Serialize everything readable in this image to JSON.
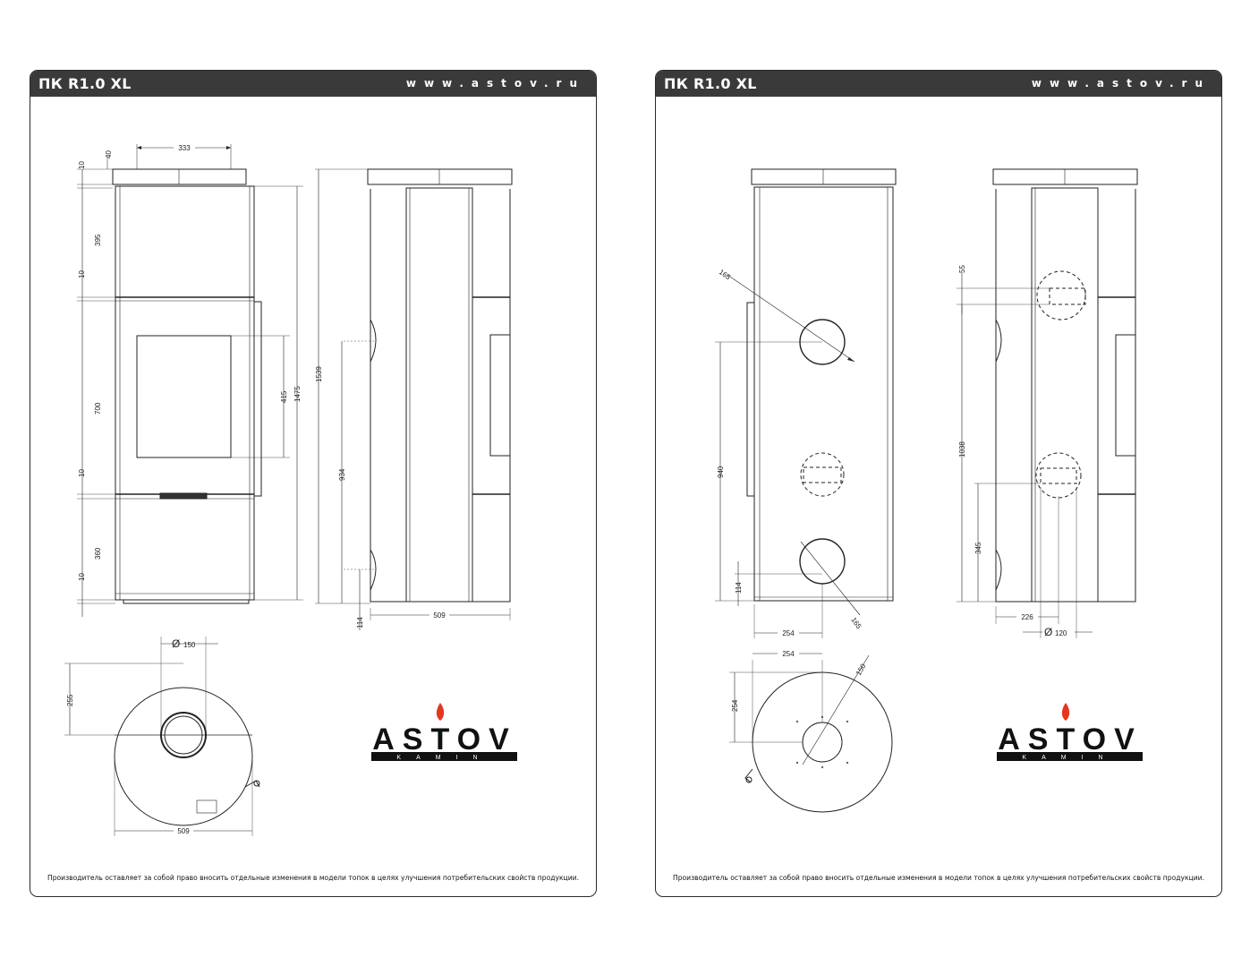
{
  "sheets": [
    {
      "model": "ПК R1.0 XL",
      "site": "www.astov.ru",
      "footer": "Производитель оставляет за собой право вносить отдельные изменения в модели топок в целях улучшения потребительских свойств продукции.",
      "dims": {
        "top_width": "333",
        "h40": "40",
        "h10a": "10",
        "h395": "395",
        "h10b": "10",
        "h700": "700",
        "h10c": "10",
        "h360": "360",
        "h10d": "10",
        "glass": "415",
        "inner": "1475",
        "total": "1539",
        "side_low": "934",
        "side_base": "114",
        "depth": "509",
        "flue": "150",
        "flue_offset": "255",
        "round_width": "509"
      }
    },
    {
      "model": "ПК R1.0 XL",
      "site": "www.astov.ru",
      "footer": "Производитель оставляет за собой право вносить отдельные изменения в модели топок в целях улучшения потребительских свойств продукции.",
      "dims": {
        "d165a": "165",
        "d165b": "165",
        "h940": "940",
        "h114": "114",
        "w254a": "254",
        "h55": "55",
        "h1038": "1038",
        "h345": "345",
        "w226": "226",
        "d120": "120",
        "w254b": "254",
        "h254": "254",
        "d150": "150"
      }
    }
  ],
  "logo": {
    "brand": "ASTOV",
    "sub": "KAMIN",
    "flame_color": "#e5361f"
  },
  "diameter_symbol": "Ø"
}
